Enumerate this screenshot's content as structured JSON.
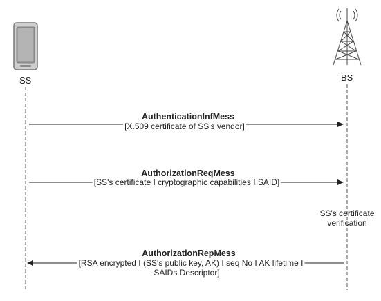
{
  "entities": {
    "ss": {
      "label": "SS",
      "icon": "mobile-device-icon"
    },
    "bs": {
      "label": "BS",
      "icon": "cell-tower-icon"
    }
  },
  "messages": [
    {
      "name": "AuthenticationInfMess",
      "payload": [
        "[X.509 certificate of SS's vendor]"
      ],
      "direction": "SS to BS"
    },
    {
      "name": "AuthorizationReqMess",
      "payload": [
        "[SS's certificate I cryptographic capabilities I SAID]"
      ],
      "direction": "SS to BS"
    },
    {
      "name": "AuthorizationRepMess",
      "payload": [
        "[RSA encrypted I (SS's public key, AK) I seq No I AK lifetime I",
        "SAIDs Descriptor]"
      ],
      "direction": "BS to SS"
    }
  ],
  "notes": {
    "bs_verification": [
      "SS's certificate",
      "verification"
    ]
  },
  "colors": {
    "line": "#333333",
    "text": "#222222",
    "device": "#888888"
  }
}
